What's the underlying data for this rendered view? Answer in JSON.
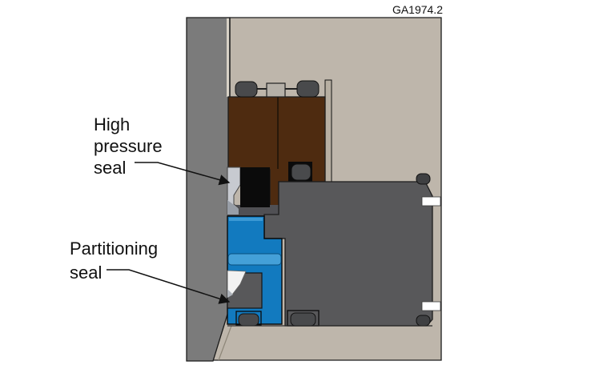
{
  "annotations": {
    "drawing_number": "GA1974.2",
    "high_pressure_seal": {
      "line1": "High",
      "line2": "pressure",
      "line3": "seal"
    },
    "partitioning_seal": {
      "line1": "Partitioning",
      "line2": "seal"
    }
  },
  "colors": {
    "background": "#ffffff",
    "housing": "#beb6ab",
    "wall": "#7b7b7b",
    "wall_highlight": "#d8d2c6",
    "body": "#58585a",
    "gland": "#4e2b10",
    "seal_black": "#0b0b0b",
    "seal_blue": "#127abf",
    "seal_blue_light": "#44a0d8",
    "oring": "#494a4c",
    "hook": "#3f4042",
    "wedge": "#c7cad0",
    "wedge_shadow": "#989ea7",
    "insert_white": "#f2f2f2",
    "sleeve": "#b7afa2",
    "spacer": "#b5b0a8",
    "under_seal": "#505054",
    "notch": "#ffffff",
    "label_text": "#111111"
  }
}
